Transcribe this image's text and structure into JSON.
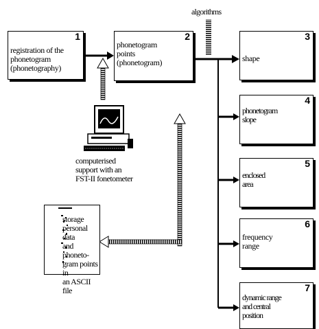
{
  "algorithms_label": "algorithms",
  "boxes": [
    {
      "number": "1",
      "lines": [
        "registration of the",
        "phonetogram",
        "(phonetography)"
      ]
    },
    {
      "number": "2",
      "lines": [
        "phonetogram",
        "points",
        "(phonetogram)"
      ]
    },
    {
      "number": "3",
      "lines": [
        "shape"
      ]
    },
    {
      "number": "4",
      "lines": [
        "phonetogram",
        "slope"
      ]
    },
    {
      "number": "5",
      "lines": [
        "enclosed",
        "area"
      ]
    },
    {
      "number": "6",
      "lines": [
        "frequency",
        "range"
      ]
    },
    {
      "number": "7",
      "lines": [
        "dynamic range",
        "and central",
        "position"
      ]
    }
  ],
  "computer_caption": [
    "computerised",
    "support with an",
    "FST-II fonetometer"
  ],
  "storage_lines": [
    "storage",
    "personal data",
    "and phoneto-",
    "gram points in",
    "an ASCII file"
  ],
  "icons": [
    "computer-icon",
    "file-document-icon"
  ]
}
